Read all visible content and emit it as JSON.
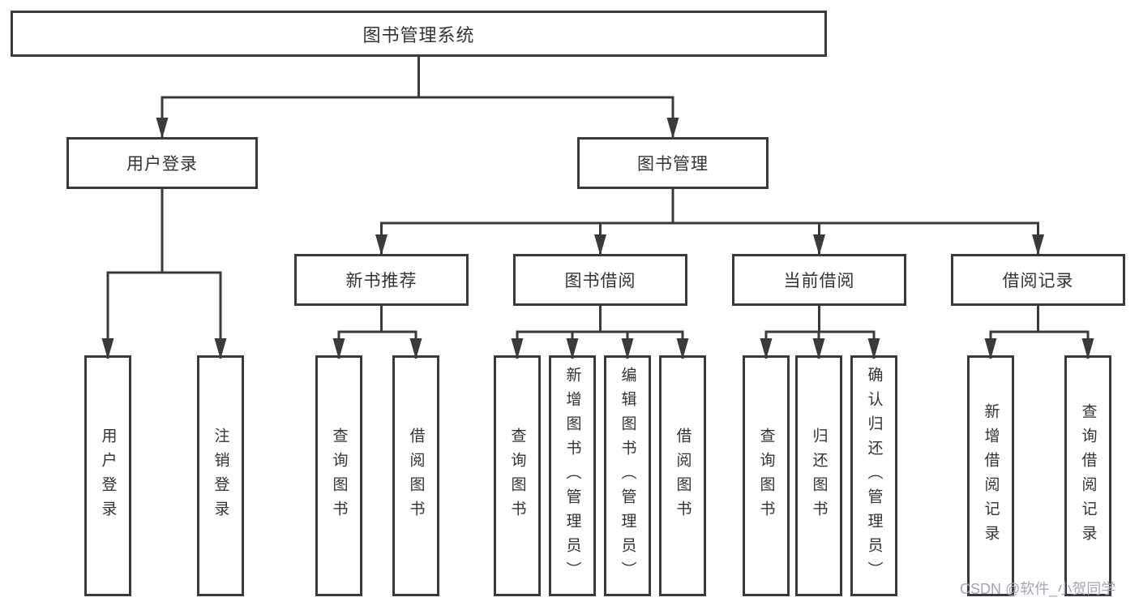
{
  "tree": {
    "root": {
      "label": "图书管理系统"
    },
    "level2": [
      {
        "label": "用户登录"
      },
      {
        "label": "图书管理"
      }
    ],
    "level3": [
      {
        "label": "新书推荐"
      },
      {
        "label": "图书借阅"
      },
      {
        "label": "当前借阅"
      },
      {
        "label": "借阅记录"
      }
    ],
    "leaves": {
      "userLogin": [
        {
          "label": "用户登录"
        },
        {
          "label": "注销登录"
        }
      ],
      "newBooks": [
        {
          "label": "查询图书"
        },
        {
          "label": "借阅图书"
        }
      ],
      "borrow": [
        {
          "label": "查询图书"
        },
        {
          "label": "新增图书（管理员）"
        },
        {
          "label": "编辑图书（管理员）"
        },
        {
          "label": "借阅图书"
        }
      ],
      "current": [
        {
          "label": "查询图书"
        },
        {
          "label": "归还图书"
        },
        {
          "label": "确认归还（管理员）"
        }
      ],
      "records": [
        {
          "label": "新增借阅记录"
        },
        {
          "label": "查询借阅记录"
        }
      ]
    }
  },
  "watermark": {
    "text": "CSDN @软件_小贺同学"
  },
  "colors": {
    "line": "#3a3a3a",
    "text": "#333333",
    "watermark": "#a2a6b3",
    "bg": "#ffffff"
  }
}
